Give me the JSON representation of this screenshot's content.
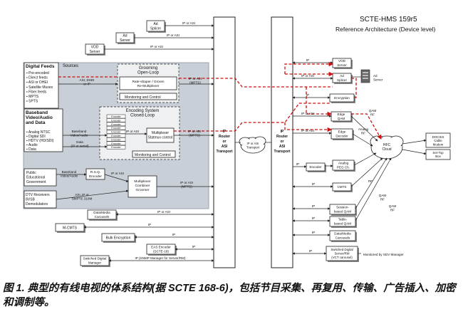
{
  "title": "SCTE-HMS 159r5",
  "subtitle": "Reference Architecture (Device level)",
  "sources_label": "Sources",
  "digital_feeds": {
    "title": "Digital Feeds",
    "items": [
      "Pre-encoded",
      "Direct feeds",
      "ASI or DHEI",
      "Satellite Muxes",
      "Fiber feeds",
      "MPTS",
      "SPTS"
    ]
  },
  "baseband": {
    "title": [
      "Baseband",
      "Video/Audio",
      "and Data"
    ],
    "items": [
      "Analog NTSC",
      "Digital SDI",
      "HDTV (HD/SDI)",
      "Audio",
      "Data"
    ]
  },
  "public_edu": [
    "Public",
    "Educational",
    "Government"
  ],
  "dtv": [
    "DTV Receivers",
    "8VSB",
    "Demodulators"
  ],
  "grooming": {
    "title": [
      "Grooming",
      "Open-Loop"
    ],
    "box": [
      "Rate-shaper / Groom",
      "Re-Multiplexer"
    ],
    "monitor": "Monitoring and Control"
  },
  "encoding": {
    "title": [
      "Encoding System",
      "Closed-Loop"
    ],
    "encoder": "Encoder",
    "mux": [
      "Multiplexer",
      "Statmux control"
    ],
    "monitor": "Monitoring and Control"
  },
  "labels": {
    "asi_dhei": [
      "ASI, DHEI",
      "or IP"
    ],
    "ip_asi_mpts": [
      "IP or ASI",
      "(MPTS)"
    ],
    "ip_or_asi": "IP or ASI",
    "baseband_va": [
      "Baseband",
      "Video/Audio"
    ],
    "data_ip_serial": [
      "Data",
      "(IP or serial)"
    ],
    "baseband_va2": [
      "Baseband",
      "Video/Audio"
    ],
    "rsq_encoder": [
      "R.S.Q.",
      "Encoder"
    ],
    "asi_ip_smpte": [
      "ASI, IP or",
      "SMPTE 310M"
    ],
    "mux_combiner": [
      "Multiplexer",
      "Combiner",
      "Groomer"
    ],
    "ip_asi_mpts2": [
      "IP or ASI",
      "(MPTS)"
    ],
    "ip_asi_mpts3": [
      "IP or ASI",
      "(MPTS)"
    ],
    "ip": "IP",
    "ip_switch_mgr": "IP (SNMP Manager for Server/RM)",
    "monitored_sdv": "Monitored by SDV Manager",
    "ip_asi_transport": [
      "IP or ASI",
      "Transport"
    ],
    "analog_rf": [
      "Analog",
      "RF"
    ],
    "qam_rf": [
      "QAM",
      "RF"
    ],
    "rf": "RF"
  },
  "router_left": [
    "IP",
    "Router",
    "or",
    "ASI",
    "Transport"
  ],
  "router_right": [
    "IP",
    "Router",
    "or",
    "ASI",
    "Transport"
  ],
  "top_boxes": {
    "ad_splicer": [
      "Ad",
      "Splicer"
    ],
    "ad_server": [
      "Ad",
      "Server"
    ],
    "vod_server": [
      "VOD",
      "Server"
    ]
  },
  "right_boxes": {
    "vod_server": [
      "VOD",
      "Server"
    ],
    "ad_splicer": [
      "Ad",
      "Splicer"
    ],
    "encryption": "Encryption",
    "edge_qam": [
      "Edge",
      "QAM"
    ],
    "edge_decoder": [
      "Edge",
      "Decoder"
    ],
    "encoder": "Encoder",
    "analog_pegs": [
      "Analog",
      "PEG Ch."
    ],
    "cmts": "CMTS",
    "session_qam": [
      "Session-",
      "based QAM"
    ],
    "table_qam": [
      "Table-",
      "based QAM"
    ],
    "data_media_carousels": [
      "Data/Media",
      "Carousels"
    ],
    "switched_digital": [
      "Switched Digital",
      "Server/RM",
      "(VCT carousel)"
    ]
  },
  "ad_server_right": [
    "Ad",
    "Server"
  ],
  "hfc_cloud": [
    "HFC",
    "Cloud"
  ],
  "docsis": [
    "DOCSIS",
    "Cable",
    "Modem"
  ],
  "settop": [
    "Set-Top",
    "Box"
  ],
  "bottom_left": {
    "data_media_carousels": [
      "Data/Media",
      "Carousels"
    ],
    "im_cmts": "M-CMTS",
    "bulk_encryption": "Bulk Encryption",
    "eas_encoder": [
      "EAS Encoder",
      "(SCTE-18)"
    ],
    "switched_digital_manager": [
      "Switched Digital",
      "Manager"
    ]
  },
  "caption": "图 1. 典型的有线电视的体系结构(据 SCTE 168-6)，包括节目采集、再复用、传输、广告插入、加密和调制等。",
  "colors": {
    "sources_bg": "#c9cfd6",
    "box_bg": "#ffffff",
    "dashed_red": "#cc1111",
    "line": "#222222",
    "shadow": "#8a8a8a"
  }
}
